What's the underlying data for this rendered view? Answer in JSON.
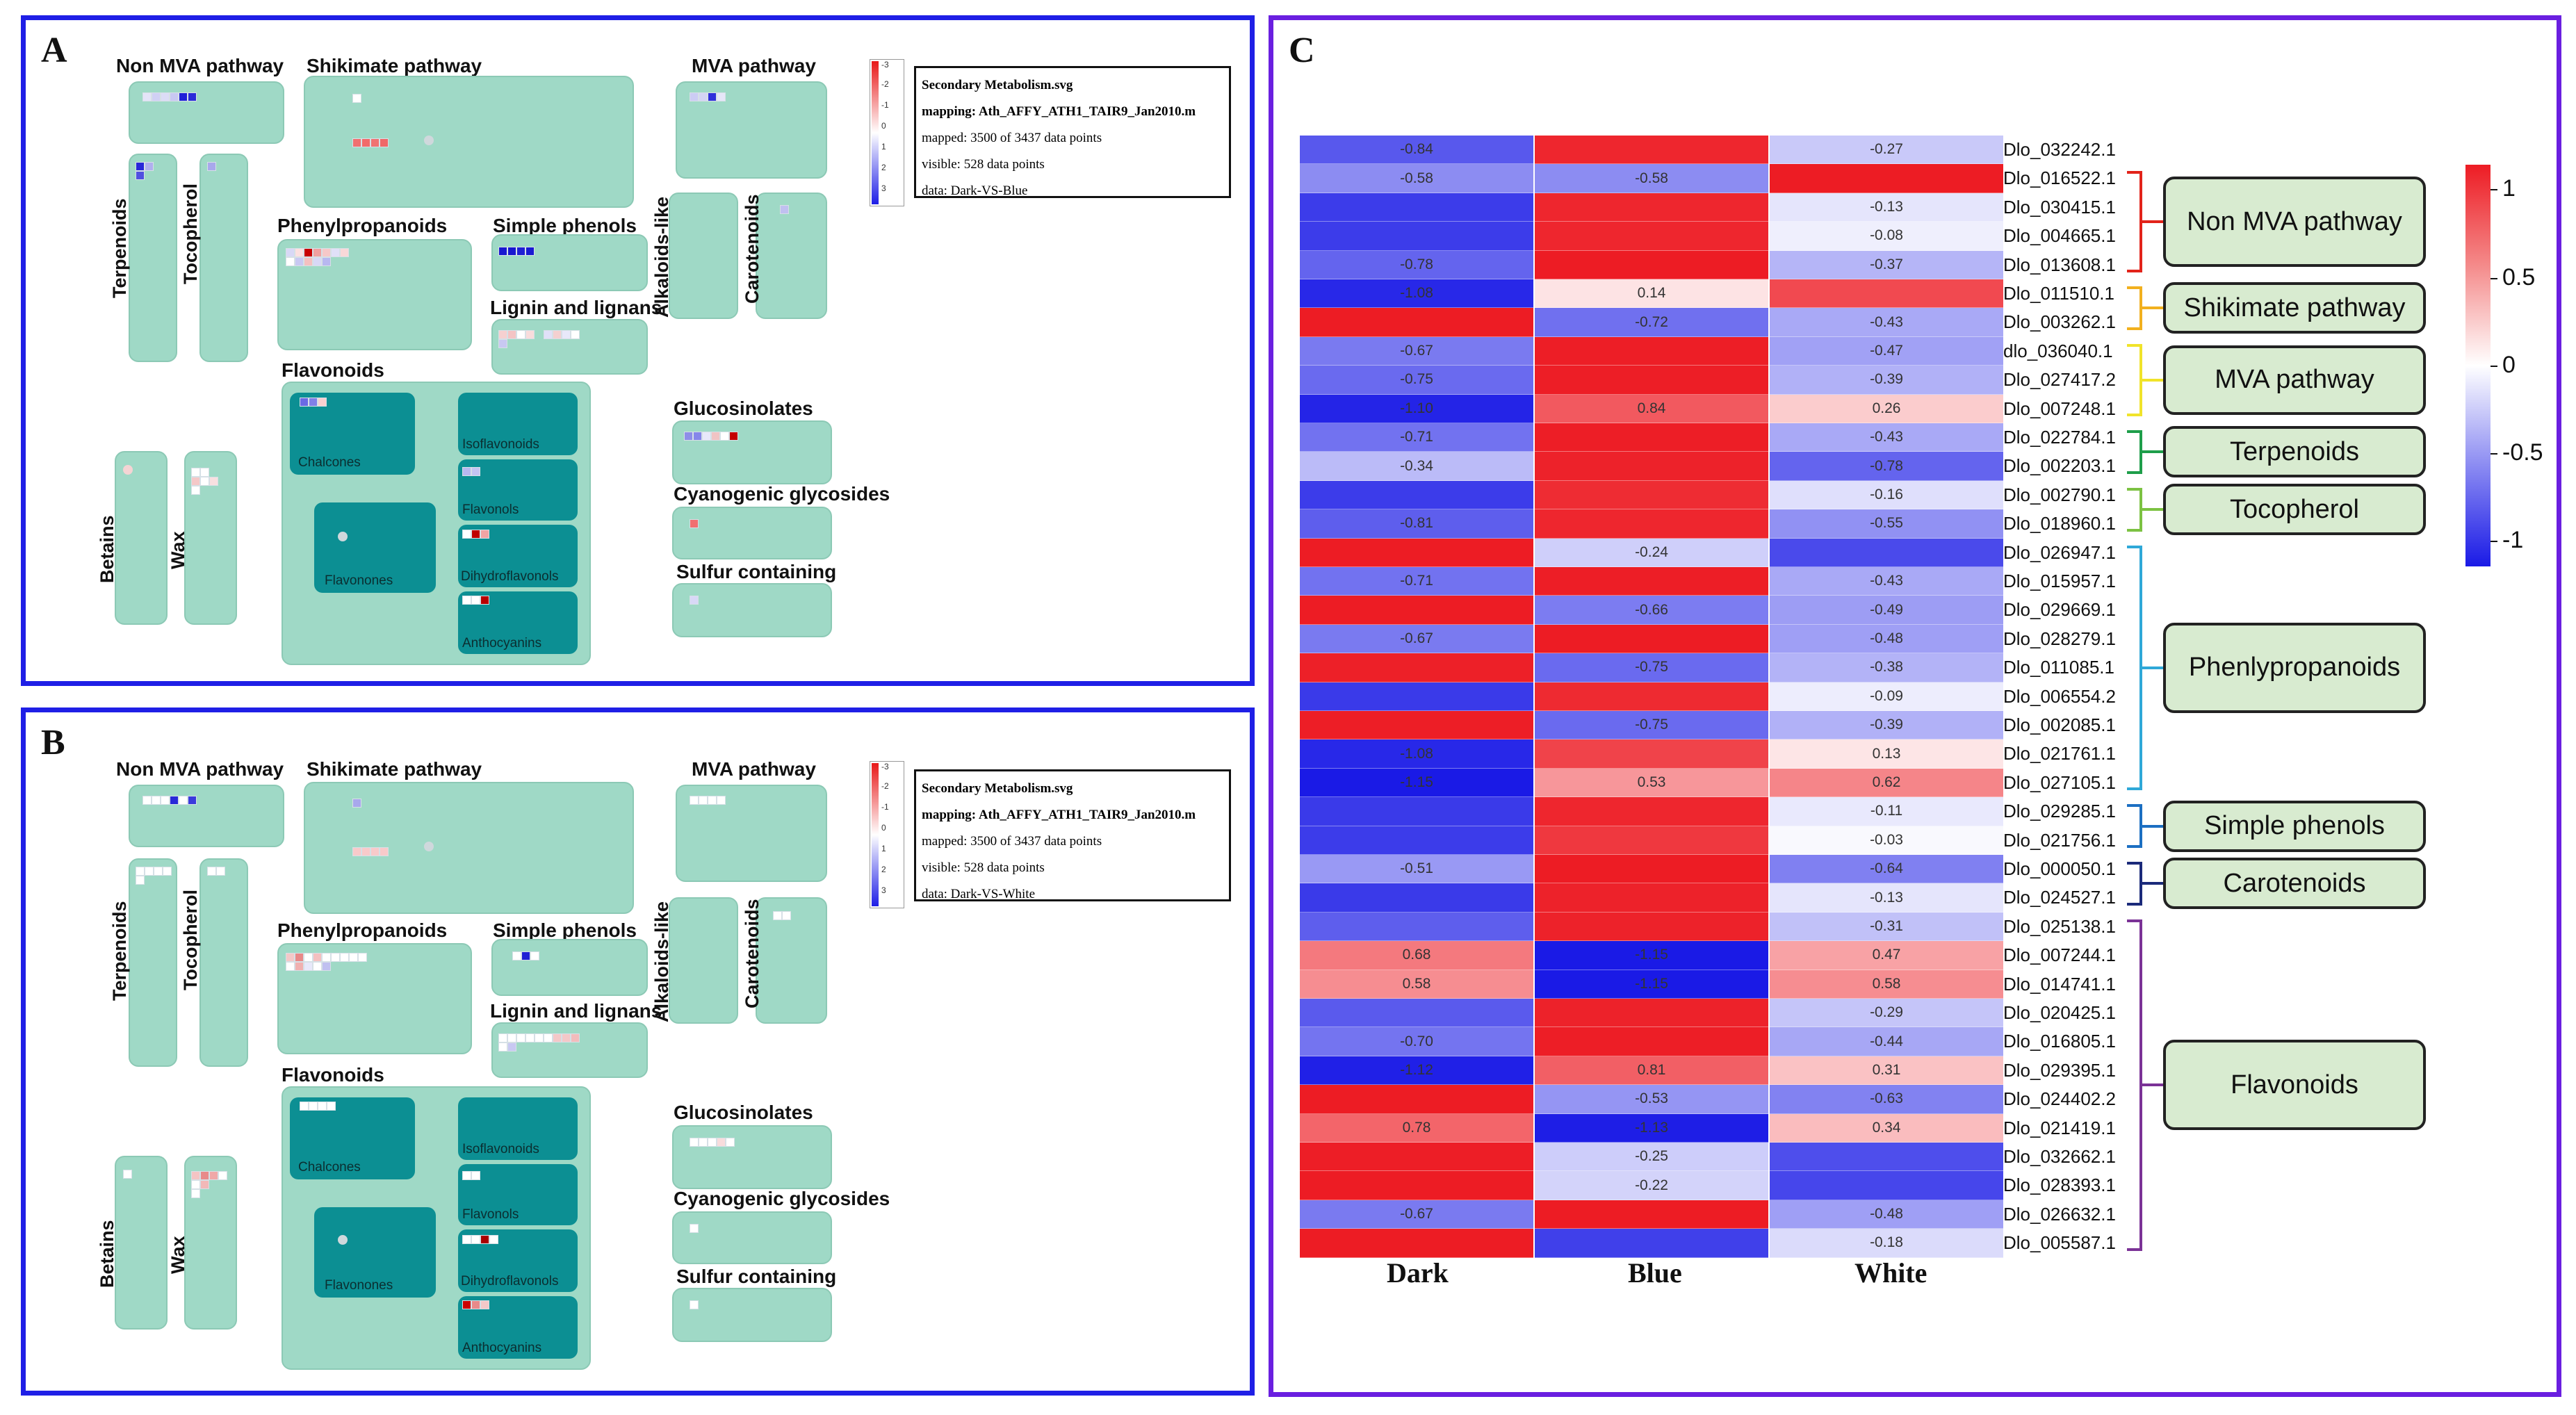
{
  "panels": {
    "a": "A",
    "b": "B",
    "c": "C"
  },
  "map_labels": {
    "non_mva": "Non MVA pathway",
    "shikimate": "Shikimate pathway",
    "mva": "MVA pathway",
    "terpenoids": "Terpenoids",
    "tocopherol": "Tocopherol",
    "phenylpropanoids": "Phenylpropanoids",
    "simple_phenols": "Simple phenols",
    "alkaloids": "Alkaloids-like",
    "carotenoids": "Carotenoids",
    "lignin": "Lignin and lignans",
    "flavonoids": "Flavonoids",
    "glucosinolates": "Glucosinolates",
    "cyanogenic": "Cyanogenic glycosides",
    "sulfur": "Sulfur containing",
    "betains": "Betains",
    "wax": "Wax",
    "chalcones": "Chalcones",
    "isoflavonoids": "Isoflavonoids",
    "flavonols": "Flavonols",
    "flavonones": "Flavonones",
    "dihydroflavonols": "Dihydroflavonols",
    "anthocyanins": "Anthocyanins"
  },
  "mapman_scale": [
    "-3",
    "-2",
    "-1",
    "0",
    "1",
    "2",
    "3"
  ],
  "info_a": {
    "title": "Secondary Metabolism.svg",
    "mapping": "mapping: Ath_AFFY_ATH1_TAIR9_Jan2010.m",
    "mapped": "mapped: 3500 of 3437 data points",
    "visible": "visible: 528 data points",
    "data": "data: Dark-VS-Blue"
  },
  "info_b": {
    "title": "Secondary Metabolism.svg",
    "mapping": "mapping: Ath_AFFY_ATH1_TAIR9_Jan2010.m",
    "mapped": "mapped: 3500 of 3437 data points",
    "visible": "visible: 528 data points",
    "data": "data: Dark-VS-White"
  },
  "heatmap": {
    "columns": [
      "Dark",
      "Blue",
      "White"
    ],
    "genes": [
      "Dlo_032242.1",
      "Dlo_016522.1",
      "Dlo_030415.1",
      "Dlo_004665.1",
      "Dlo_013608.1",
      "Dlo_011510.1",
      "Dlo_003262.1",
      "dlo_036040.1",
      "Dlo_027417.2",
      "Dlo_007248.1",
      "Dlo_022784.1",
      "Dlo_002203.1",
      "Dlo_002790.1",
      "Dlo_018960.1",
      "Dlo_026947.1",
      "Dlo_015957.1",
      "Dlo_029669.1",
      "Dlo_028279.1",
      "Dlo_011085.1",
      "Dlo_006554.2",
      "Dlo_002085.1",
      "Dlo_021761.1",
      "Dlo_027105.1",
      "Dlo_029285.1",
      "Dlo_021756.1",
      "Dlo_000050.1",
      "Dlo_024527.1",
      "Dlo_025138.1",
      "Dlo_007244.1",
      "Dlo_014741.1",
      "Dlo_020425.1",
      "Dlo_016805.1",
      "Dlo_029395.1",
      "Dlo_024402.2",
      "Dlo_021419.1",
      "Dlo_032662.1",
      "Dlo_028393.1",
      "Dlo_026632.1",
      "Dlo_005587.1"
    ],
    "values": [
      [
        -0.84,
        1.1,
        -0.27
      ],
      [
        -0.58,
        -0.58,
        1.15
      ],
      [
        -0.98,
        1.1,
        -0.13
      ],
      [
        -0.98,
        1.1,
        -0.08
      ],
      [
        -0.78,
        1.15,
        -0.37
      ],
      [
        -1.08,
        0.14,
        0.92
      ],
      [
        1.15,
        -0.72,
        -0.43
      ],
      [
        -0.67,
        1.14,
        -0.47
      ],
      [
        -0.75,
        1.14,
        -0.39
      ],
      [
        -1.1,
        0.84,
        0.26
      ],
      [
        -0.71,
        1.14,
        -0.43
      ],
      [
        -0.34,
        1.12,
        -0.78
      ],
      [
        -0.98,
        1.07,
        -0.16
      ],
      [
        -0.81,
        1.1,
        -0.55
      ],
      [
        1.15,
        -0.24,
        -0.91
      ],
      [
        -0.71,
        1.14,
        -0.43
      ],
      [
        1.15,
        -0.66,
        -0.49
      ],
      [
        -0.67,
        1.15,
        -0.48
      ],
      [
        1.13,
        -0.75,
        -0.38
      ],
      [
        -0.99,
        1.08,
        -0.09
      ],
      [
        1.14,
        -0.75,
        -0.39
      ],
      [
        -1.08,
        0.95,
        0.13
      ],
      [
        -1.15,
        0.53,
        0.62
      ],
      [
        -0.99,
        1.1,
        -0.11
      ],
      [
        -0.98,
        1.01,
        -0.03
      ],
      [
        -0.51,
        1.15,
        -0.64
      ],
      [
        -0.99,
        1.12,
        -0.13
      ],
      [
        -0.81,
        1.12,
        -0.31
      ],
      [
        0.68,
        -1.15,
        0.47
      ],
      [
        0.58,
        -1.15,
        0.58
      ],
      [
        -0.83,
        1.12,
        -0.29
      ],
      [
        -0.7,
        1.14,
        -0.44
      ],
      [
        -1.12,
        0.81,
        0.31
      ],
      [
        1.15,
        -0.53,
        -0.63
      ],
      [
        0.78,
        -1.13,
        0.34
      ],
      [
        1.14,
        -0.25,
        -0.89
      ],
      [
        1.15,
        -0.22,
        -0.93
      ],
      [
        -0.67,
        1.15,
        -0.48
      ],
      [
        1.15,
        -0.96,
        -0.18
      ]
    ],
    "shown_labels": [
      [
        "-0.84",
        "",
        "-0.27"
      ],
      [
        "-0.58",
        "-0.58",
        ""
      ],
      [
        "",
        "",
        "-0.13"
      ],
      [
        "",
        "",
        "-0.08"
      ],
      [
        "-0.78",
        "",
        "-0.37"
      ],
      [
        "-1.08",
        "0.14",
        ""
      ],
      [
        "",
        "-0.72",
        "-0.43"
      ],
      [
        "-0.67",
        "",
        "-0.47"
      ],
      [
        "-0.75",
        "",
        "-0.39"
      ],
      [
        "-1.10",
        "0.84",
        "0.26"
      ],
      [
        "-0.71",
        "",
        "-0.43"
      ],
      [
        "-0.34",
        "",
        "-0.78"
      ],
      [
        "",
        "",
        "-0.16"
      ],
      [
        "-0.81",
        "",
        "-0.55"
      ],
      [
        "",
        "-0.24",
        ""
      ],
      [
        "-0.71",
        "",
        "-0.43"
      ],
      [
        "",
        "-0.66",
        "-0.49"
      ],
      [
        "-0.67",
        "",
        "-0.48"
      ],
      [
        "",
        "-0.75",
        "-0.38"
      ],
      [
        "",
        "",
        "-0.09"
      ],
      [
        "",
        "-0.75",
        "-0.39"
      ],
      [
        "-1.08",
        "",
        "0.13"
      ],
      [
        "-1.15",
        "0.53",
        "0.62"
      ],
      [
        "",
        "",
        "-0.11"
      ],
      [
        "",
        "",
        "-0.03"
      ],
      [
        "-0.51",
        "",
        "-0.64"
      ],
      [
        "",
        "",
        "-0.13"
      ],
      [
        "",
        "",
        "-0.31"
      ],
      [
        "0.68",
        "-1.15",
        "0.47"
      ],
      [
        "0.58",
        "-1.15",
        "0.58"
      ],
      [
        "",
        "",
        "-0.29"
      ],
      [
        "-0.70",
        "",
        "-0.44"
      ],
      [
        "-1.12",
        "0.81",
        "0.31"
      ],
      [
        "",
        "-0.53",
        "-0.63"
      ],
      [
        "0.78",
        "-1.13",
        "0.34"
      ],
      [
        "",
        "-0.25",
        ""
      ],
      [
        "",
        "-0.22",
        ""
      ],
      [
        "-0.67",
        "",
        "-0.48"
      ],
      [
        "",
        "",
        "-0.18"
      ]
    ],
    "colorbar": {
      "ticks": [
        "1",
        "0.5",
        "0",
        "-0.5",
        "-1"
      ],
      "range": [
        -1.15,
        1.15
      ],
      "colors": {
        "high": "#ed1c24",
        "mid": "#ffffff",
        "low": "#1a1ae6"
      }
    }
  },
  "categories": [
    {
      "label": "Non MVA  pathway",
      "from": 1,
      "to": 4,
      "color": "#e2231a"
    },
    {
      "label": "Shikimate pathway",
      "from": 5,
      "to": 6,
      "color": "#f2b01e"
    },
    {
      "label": "MVA pathway",
      "from": 7,
      "to": 9,
      "color": "#f1e32a"
    },
    {
      "label": "Terpenoids",
      "from": 10,
      "to": 11,
      "color": "#1e9e4a"
    },
    {
      "label": "Tocopherol",
      "from": 12,
      "to": 13,
      "color": "#7cc242"
    },
    {
      "label": "Phenlypropanoids",
      "from": 14,
      "to": 22,
      "color": "#2fa8d8"
    },
    {
      "label": "Simple phenols",
      "from": 23,
      "to": 24,
      "color": "#1c6fc2"
    },
    {
      "label": "Carotenoids",
      "from": 25,
      "to": 26,
      "color": "#1b2a7a"
    },
    {
      "label": "Flavonoids",
      "from": 27,
      "to": 38,
      "color": "#7b3296"
    }
  ]
}
